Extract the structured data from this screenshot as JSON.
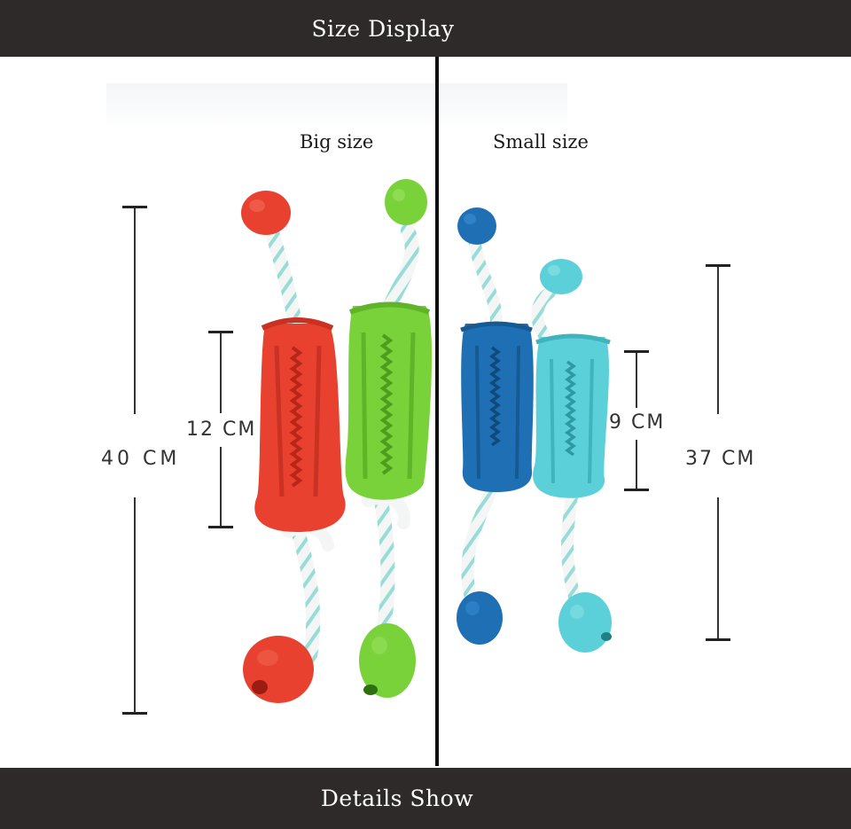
{
  "header": {
    "title": "Size Display"
  },
  "footer": {
    "title": "Details Show"
  },
  "labels": {
    "big": "Big size",
    "small": "Small size"
  },
  "measurements": {
    "big_total": "40 CM",
    "big_body": "12 CM",
    "small_body": "9 CM",
    "small_total": "37 CM"
  },
  "colors": {
    "bar_background": "#2f2a2a",
    "divider": "#0f0f0f",
    "toy_red": "#e8412f",
    "toy_green": "#79d23a",
    "toy_blue": "#1f6fb5",
    "toy_cyan": "#5cd0d8",
    "rope": "#f2f5f4",
    "rope_stripe": "#8fd8d2"
  }
}
